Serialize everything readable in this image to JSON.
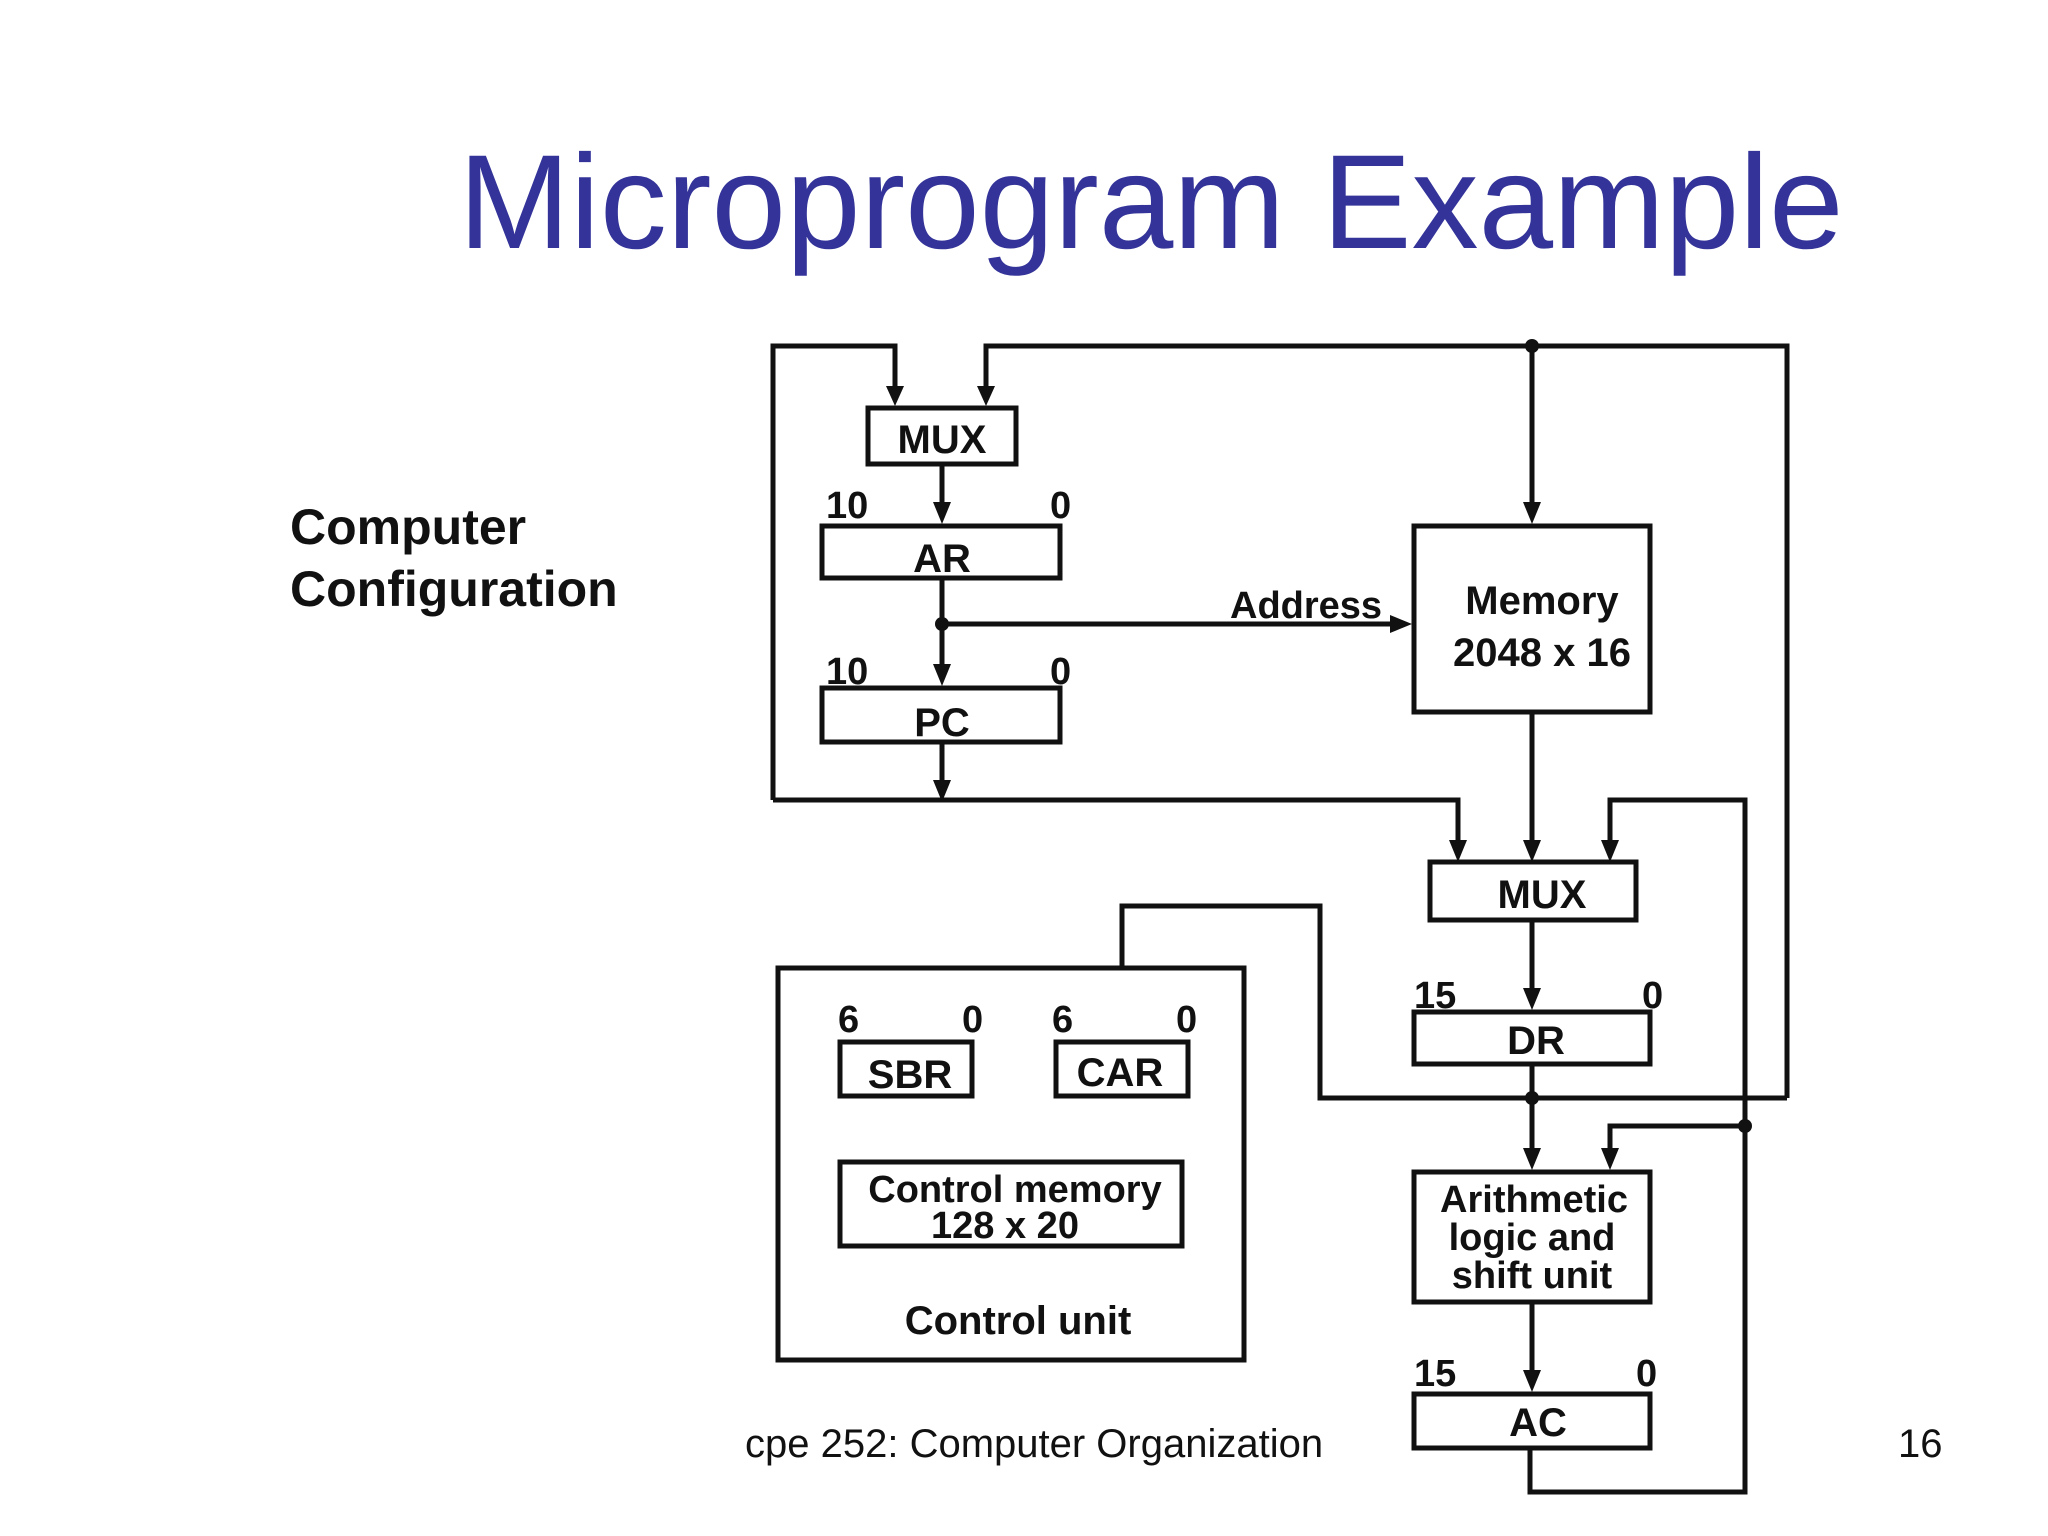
{
  "slide": {
    "title": "Microprogram Example",
    "side_label_line1": "Computer",
    "side_label_line2": "Configuration",
    "footer_course": "cpe 252: Computer Organization",
    "footer_page": "16"
  },
  "diagram": {
    "mux_top": "MUX",
    "ar": {
      "label": "AR",
      "msb": "10",
      "lsb": "0"
    },
    "pc": {
      "label": "PC",
      "msb": "10",
      "lsb": "0"
    },
    "address_label": "Address",
    "memory": {
      "line1": "Memory",
      "line2": "2048 x 16"
    },
    "mux_mid": "MUX",
    "dr": {
      "label": "DR",
      "msb": "15",
      "lsb": "0"
    },
    "alu": {
      "line1": "Arithmetic",
      "line2": "logic and",
      "line3": "shift unit"
    },
    "ac": {
      "label": "AC",
      "msb": "15",
      "lsb": "0"
    },
    "control_unit": {
      "label": "Control unit",
      "sbr": {
        "label": "SBR",
        "msb": "6",
        "lsb": "0"
      },
      "car": {
        "label": "CAR",
        "msb": "6",
        "lsb": "0"
      },
      "control_memory": {
        "line1": "Control memory",
        "line2": "128 x 20"
      }
    }
  }
}
